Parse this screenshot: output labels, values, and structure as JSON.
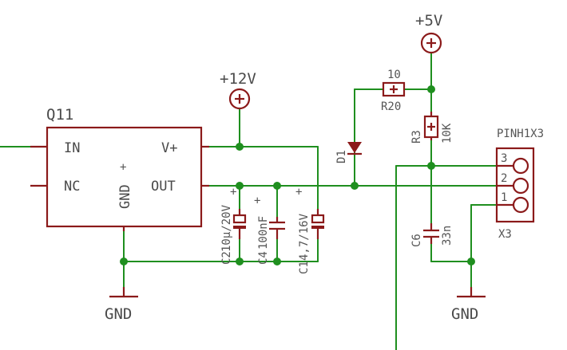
{
  "schematic": {
    "regulator": {
      "name": "Q11",
      "pin_in": "IN",
      "pin_nc": "NC",
      "pin_vplus": "V+",
      "pin_out": "OUT",
      "pin_gnd": "GND",
      "gnd_plus": "+"
    },
    "supply_12v": "+12V",
    "supply_5v": "+5V",
    "gnd_left": "GND",
    "gnd_right": "GND",
    "c2": {
      "label": "C2",
      "value": "10µ/20V",
      "plus": "+"
    },
    "c4": {
      "label": "C4",
      "value": "100nF",
      "plus": "+"
    },
    "c1": {
      "label": "C1",
      "value": "4,7/16V",
      "plus": "+"
    },
    "d1": {
      "label": "D1"
    },
    "r20": {
      "label": "R20",
      "value": "10"
    },
    "r3": {
      "label": "R3",
      "value": "10K"
    },
    "c6": {
      "label": "C6",
      "value": "33n"
    },
    "connector": {
      "label": "PINH1X3",
      "name": "X3",
      "pins": [
        "3",
        "2",
        "1"
      ]
    },
    "colors": {
      "wire": "#1f8f1f",
      "part": "#8b1a1a",
      "text": "#4a4a4a"
    }
  }
}
